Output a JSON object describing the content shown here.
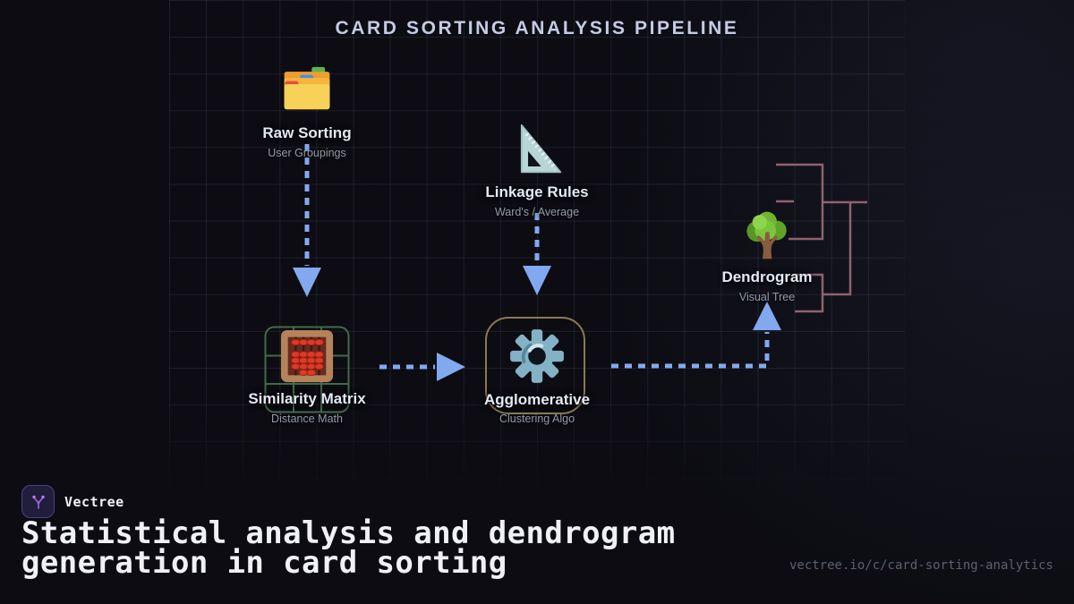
{
  "header": {
    "title": "CARD SORTING ANALYSIS PIPELINE"
  },
  "pipeline": {
    "nodes": [
      {
        "label": "Raw Sorting",
        "sublabel": "User Groupings",
        "icon": "card-index-folder-icon"
      },
      {
        "label": "Linkage Rules",
        "sublabel": "Ward's / Average",
        "icon": "triangular-ruler-icon"
      },
      {
        "label": "Similarity Matrix",
        "sublabel": "Distance Math",
        "icon": "abacus-icon"
      },
      {
        "label": "Agglomerative",
        "sublabel": "Clustering Algo",
        "icon": "gear-icon"
      },
      {
        "label": "Dendrogram",
        "sublabel": "Visual Tree",
        "icon": "tree-icon"
      }
    ],
    "connections": [
      "Raw Sorting -> Similarity Matrix",
      "Linkage Rules -> Agglomerative",
      "Similarity Matrix -> Agglomerative",
      "Agglomerative -> Dendrogram"
    ]
  },
  "footer": {
    "brand": "Vectree",
    "headline_lines": [
      "Statistical analysis and dendrogram",
      "generation in card sorting"
    ],
    "url": "vectree.io/c/card-sorting-analytics"
  },
  "colors": {
    "arrow_accent": "#82a9f0",
    "dendrogram_line": "#9c6b77",
    "matrix_box_border": "#46704c",
    "algo_box_border": "#8b7952",
    "brand_purple": "#8b5fd6",
    "title_text": "#c4cbe3"
  }
}
